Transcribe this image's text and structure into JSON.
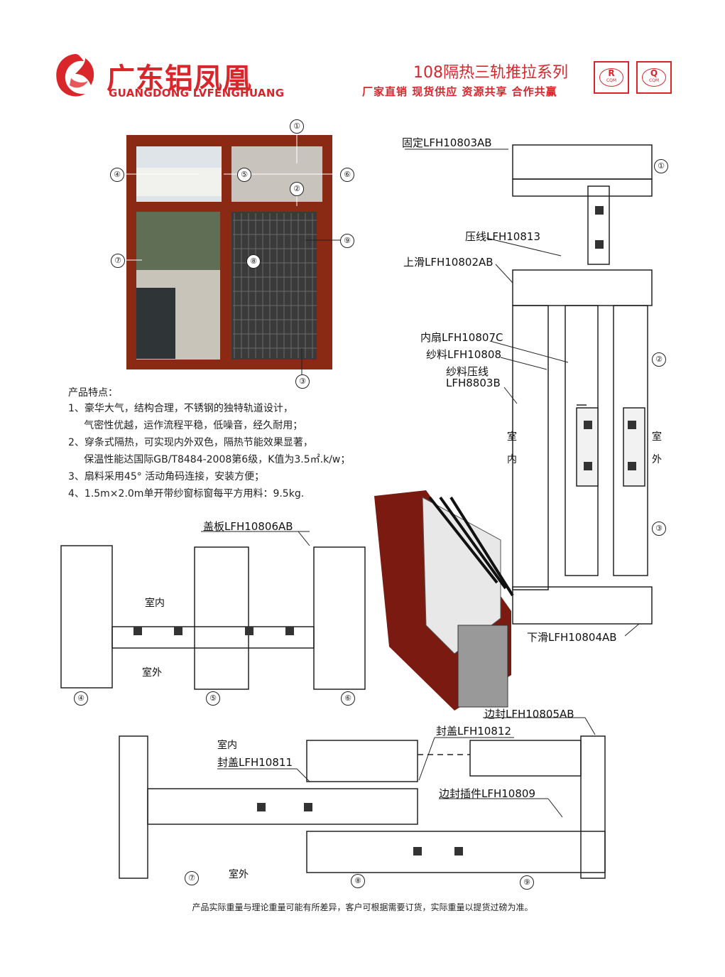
{
  "brand": {
    "name_cn": "广东铝凤凰",
    "name_en": "GUANGDONG LVFENGHUANG"
  },
  "header": {
    "series": "108隔热三轨推拉系列",
    "slogan": "厂家直销  现货供应  资源共享  合作共赢"
  },
  "certs": [
    {
      "mark": "R",
      "sub": "CQM"
    },
    {
      "mark": "Q",
      "sub": "CQM"
    }
  ],
  "colors": {
    "brand_red": "#d8262b",
    "wood_frame": "#8b2a14"
  },
  "window_callouts": [
    "①",
    "②",
    "③",
    "④",
    "⑤",
    "⑥",
    "⑦",
    "⑧",
    "⑨"
  ],
  "features": {
    "title": "产品特点：",
    "lines": [
      "1、豪华大气，结构合理，不锈钢的独特轨道设计，",
      "     气密性优越，运作流程平稳，低噪音，经久耐用；",
      "2、穿条式隔热，可实现内外双色，隔热节能效果显著，",
      "     保温性能达国际GB/T8484-2008第6级，K值为3.5㎡.k/w；",
      "3、扇料采用45° 活动角码连接，安装方便；",
      "4、1.5m×2.0m单开带纱窗标窗每平方用料：9.5kg."
    ]
  },
  "right_section": {
    "labels": {
      "fixed": "固定LFH10803AB",
      "bead": "压线LFH10813",
      "top_slide": "上滑LFH10802AB",
      "inner_sash": "内扇LFH10807C",
      "screen": "纱料LFH10808",
      "screen_bead": "纱料压线",
      "screen_bead_code": "LFH8803B",
      "bottom_slide": "下滑LFH10804AB"
    },
    "indoor": [
      "室",
      "内"
    ],
    "outdoor": [
      "室",
      "外"
    ],
    "circles": [
      "①",
      "②",
      "③"
    ]
  },
  "mid_section": {
    "cover": "盖板LFH10806AB",
    "indoor": "室内",
    "outdoor": "室外",
    "circles": [
      "④",
      "⑤",
      "⑥"
    ]
  },
  "bottom_section": {
    "side_seal": "边封LFH10805AB",
    "cap_12": "封盖LFH10812",
    "indoor": "室内",
    "cap_11": "封盖LFH10811",
    "side_insert": "边封插件LFH10809",
    "outdoor": "室外",
    "circles": [
      "⑦",
      "⑧",
      "⑨"
    ]
  },
  "footer": "产品实际重量与理论重量可能有所差异，客户可根据需要订货，实际重量以提货过磅为准。"
}
